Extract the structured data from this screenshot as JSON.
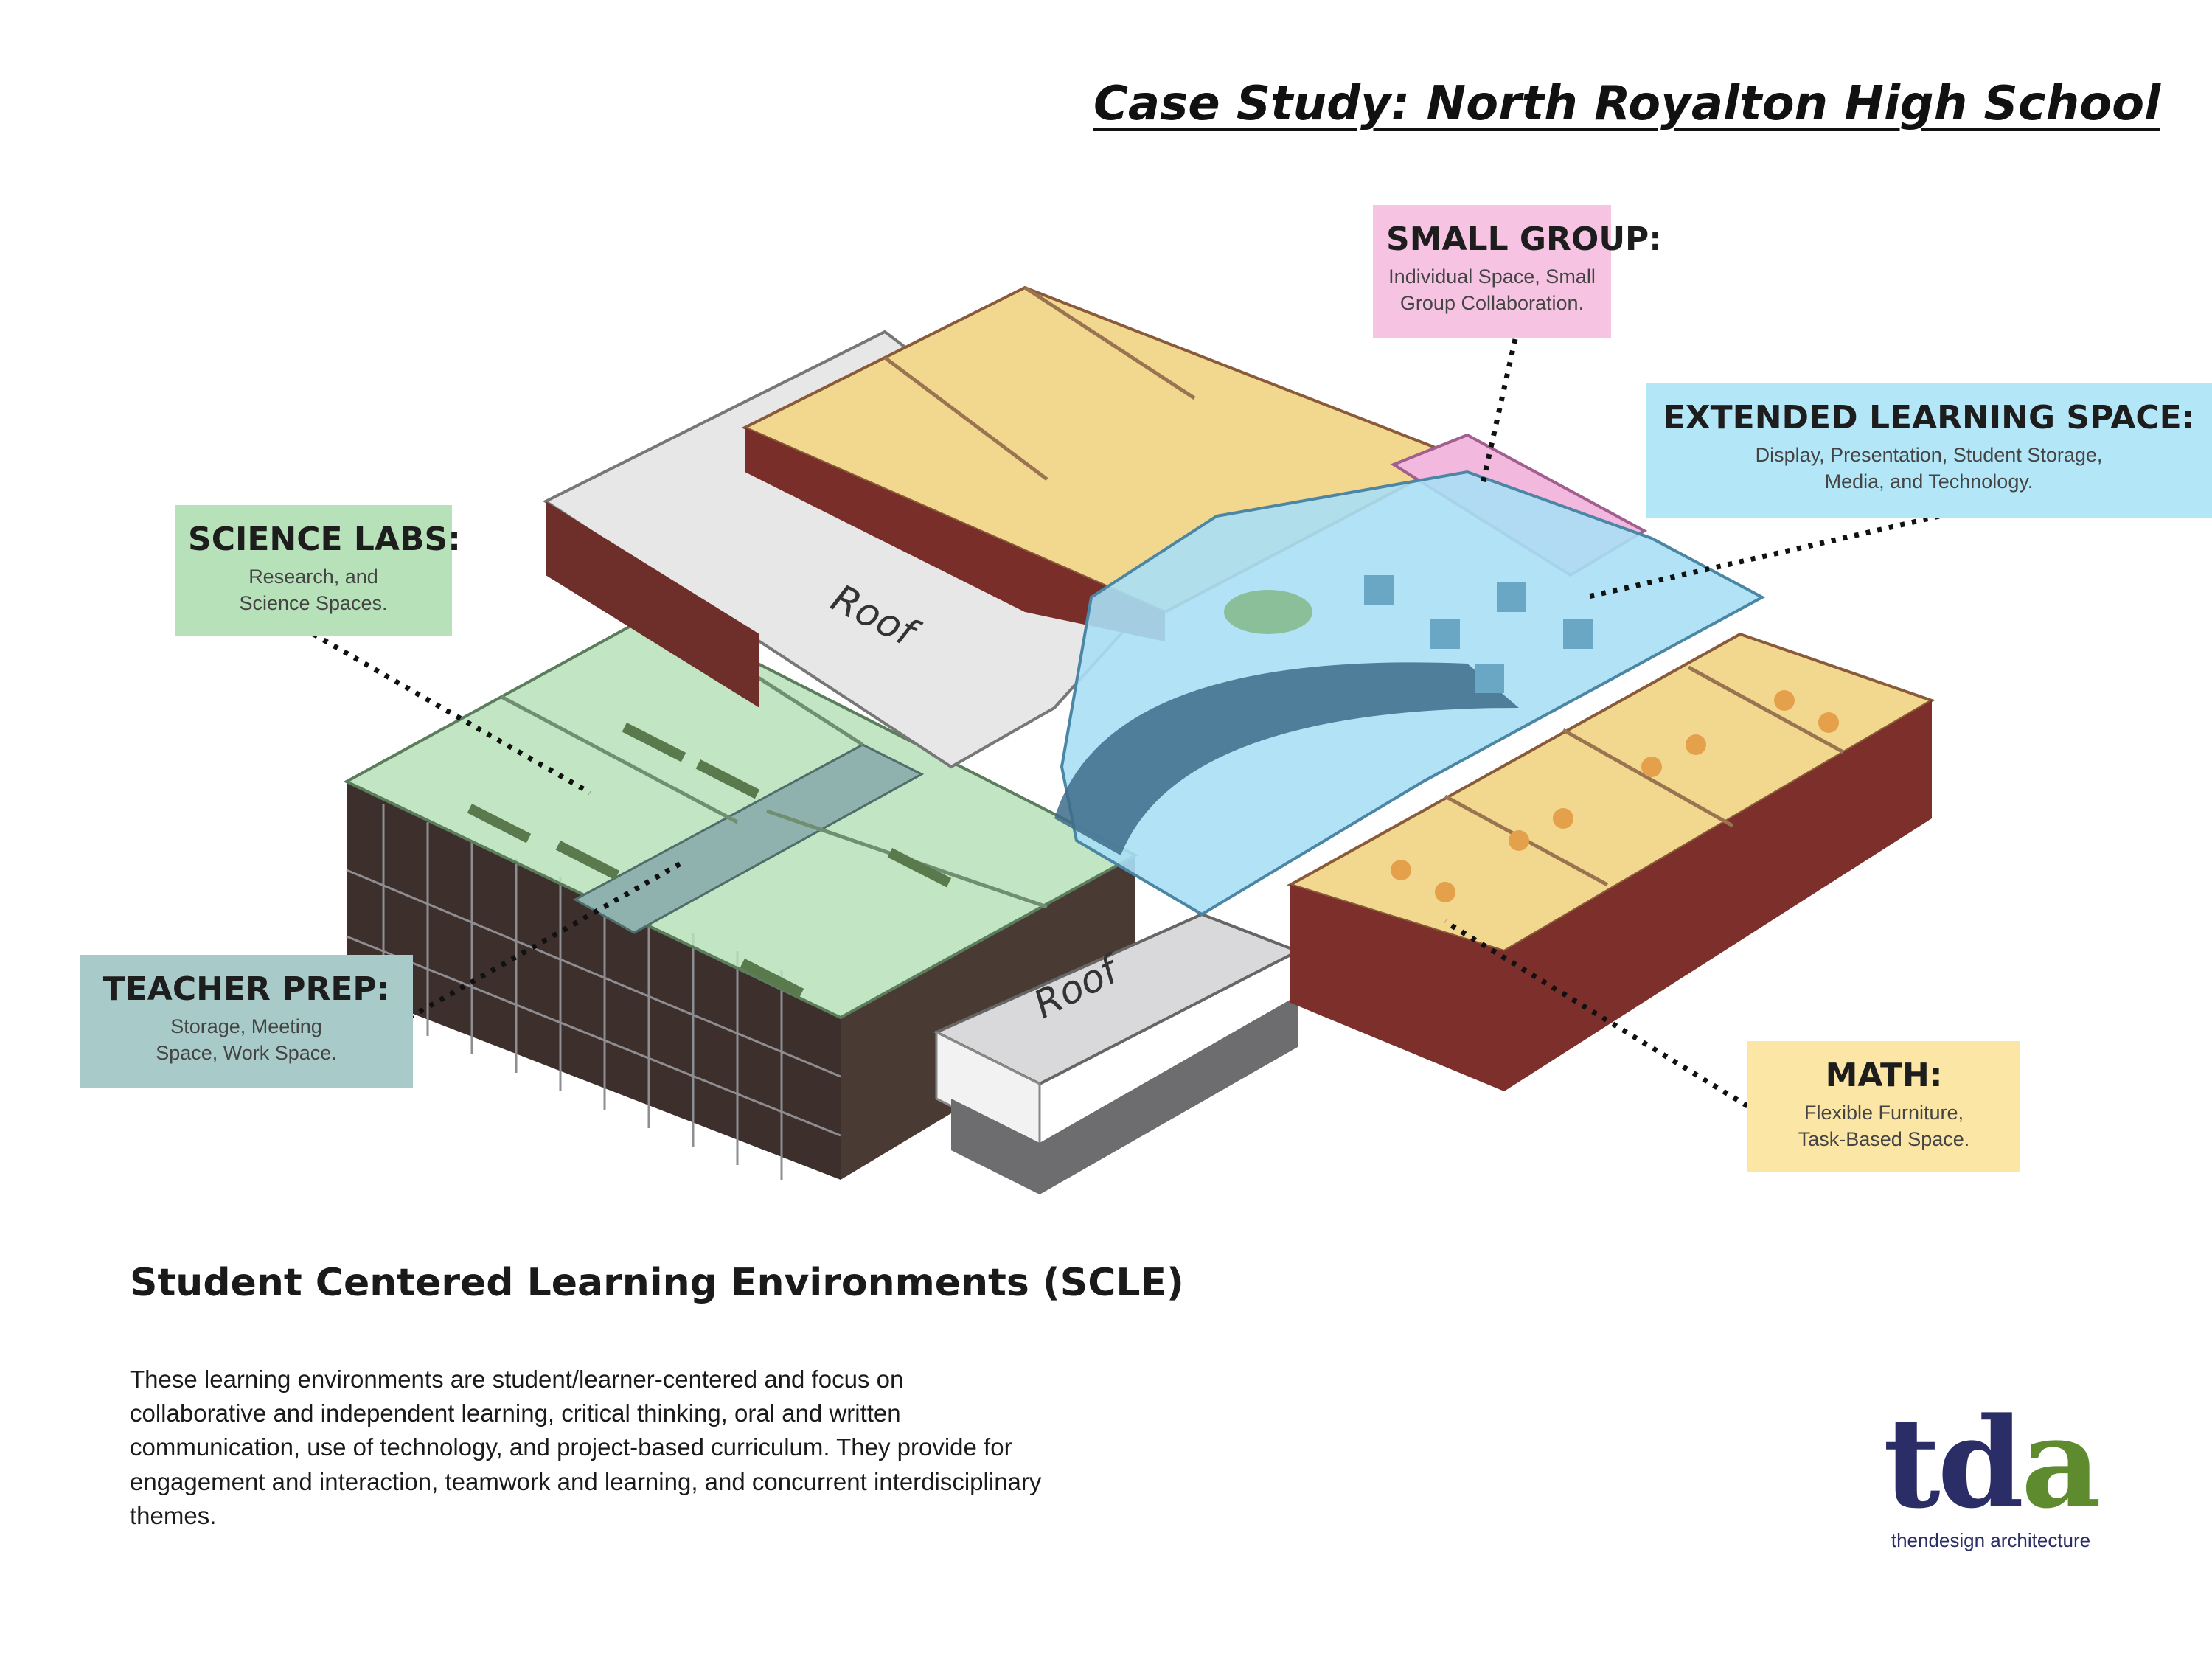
{
  "title": "Case Study: North Royalton High School",
  "callouts": {
    "small_group": {
      "heading": "SMALL GROUP:",
      "description": "Individual Space, Small Group Collaboration.",
      "color": "#f6c3e3"
    },
    "extended_learning": {
      "heading": "EXTENDED LEARNING SPACE:",
      "description": "Display, Presentation, Student Storage, Media, and Technology.",
      "color": "#b3e7f8"
    },
    "science_labs": {
      "heading": "SCIENCE LABS:",
      "description": "Research, and Science Spaces.",
      "color": "#b7e1b9"
    },
    "teacher_prep": {
      "heading": "TEACHER PREP:",
      "description": "Storage, Meeting Space, Work Space.",
      "color": "#a8cbc9"
    },
    "math": {
      "heading": "MATH:",
      "description": "Flexible Furniture, Task-Based Space.",
      "color": "#fbe6a6"
    }
  },
  "roof_labels": [
    "Roof",
    "Roof"
  ],
  "scle": {
    "heading": "Student Centered Learning Environments (SCLE)",
    "body": "These learning environments are student/learner-centered and focus on collaborative and independent learning, critical thinking, oral and written communication, use of technology, and project-based curriculum. They provide for engagement and interaction, teamwork and learning, and concurrent interdisciplinary themes."
  },
  "logo": {
    "letters_primary": "td",
    "letter_accent": "a",
    "tagline": "thendesign architecture",
    "primary_color": "#2b2d66",
    "accent_color": "#5e8b2e"
  }
}
